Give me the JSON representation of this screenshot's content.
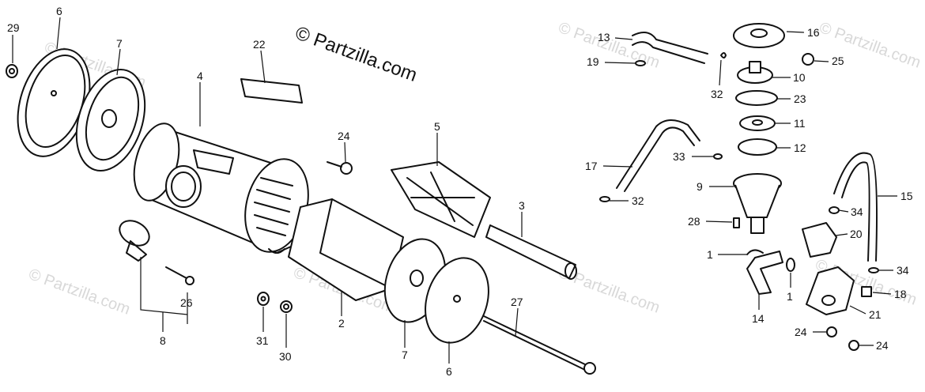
{
  "copyright": "© Partzilla.com",
  "watermark": "© Partzilla.com",
  "callouts": [
    "29",
    "6",
    "7",
    "4",
    "22",
    "24",
    "5",
    "3",
    "2",
    "27",
    "7",
    "6",
    "8",
    "26",
    "31",
    "30",
    "13",
    "19",
    "32",
    "16",
    "25",
    "10",
    "23",
    "11",
    "12",
    "33",
    "17",
    "32",
    "9",
    "28",
    "1",
    "14",
    "1",
    "15",
    "34",
    "20",
    "34",
    "18",
    "21",
    "24",
    "24"
  ]
}
